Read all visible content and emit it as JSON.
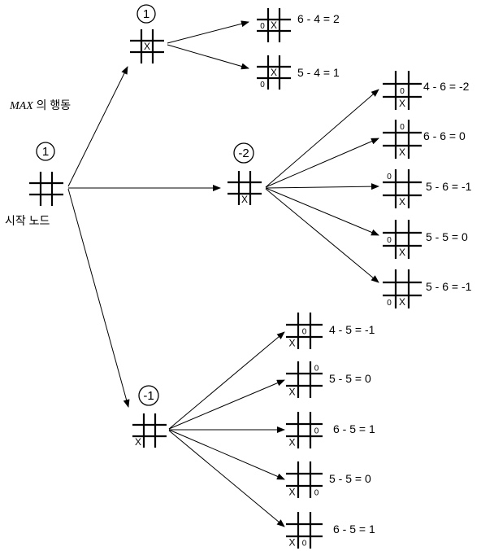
{
  "labels": {
    "max_action_italic": "MAX",
    "max_action_rest": " 의 행동",
    "start_node": "시작 노드"
  },
  "circles": {
    "start": "1",
    "top": "1",
    "middle": "-2",
    "bottom": "-1"
  },
  "marks": {
    "x": "X",
    "o": "0"
  },
  "evals": {
    "top": [
      "6 - 4 = 2",
      "5 - 4 = 1"
    ],
    "middle": [
      "4 - 6 = -2",
      "6 - 6 = 0",
      "5 - 6 = -1",
      "5 - 5 = 0",
      "5 - 6 = -1"
    ],
    "bottom": [
      "4 - 5 = -1",
      "5 - 5 = 0",
      "6 - 5 = 1",
      "5 - 5 = 0",
      "6 - 5 = 1"
    ]
  }
}
